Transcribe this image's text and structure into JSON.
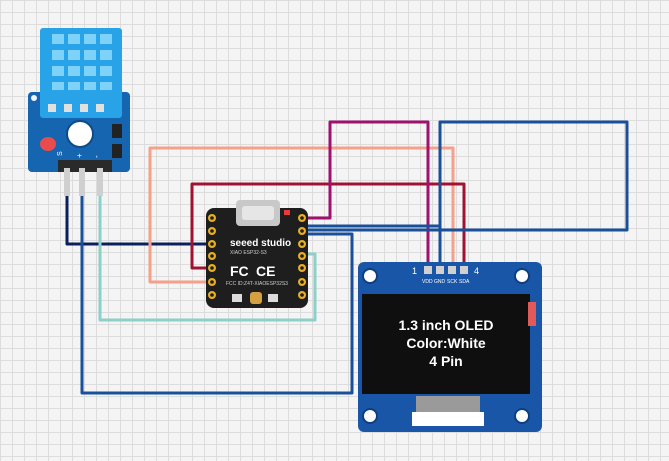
{
  "sensor": {
    "pins": [
      "S",
      "+",
      "-"
    ]
  },
  "mcu": {
    "brand": "seeed studio",
    "subtitle": "XIAO ESP32-S3",
    "fcc_id": "FCC ID:Z4T-XIAOESP32S3",
    "marks": [
      "FC",
      "CE"
    ]
  },
  "oled": {
    "pin_labels": [
      "VDD",
      "GND",
      "SCK",
      "SDA"
    ],
    "pin_index_start": "1",
    "pin_index_end": "4",
    "text_line_1": "1.3 inch OLED",
    "text_line_2": "Color:White",
    "text_line_3": "4 Pin"
  },
  "wire_colors": {
    "data": "#0a1f5c",
    "vcc": "#f4a08a",
    "gnd": "#8cd0c8",
    "sda": "#a0106e",
    "scl": "#1a4f9a",
    "aux": "#a01232",
    "loop": "#1a4f9a"
  }
}
